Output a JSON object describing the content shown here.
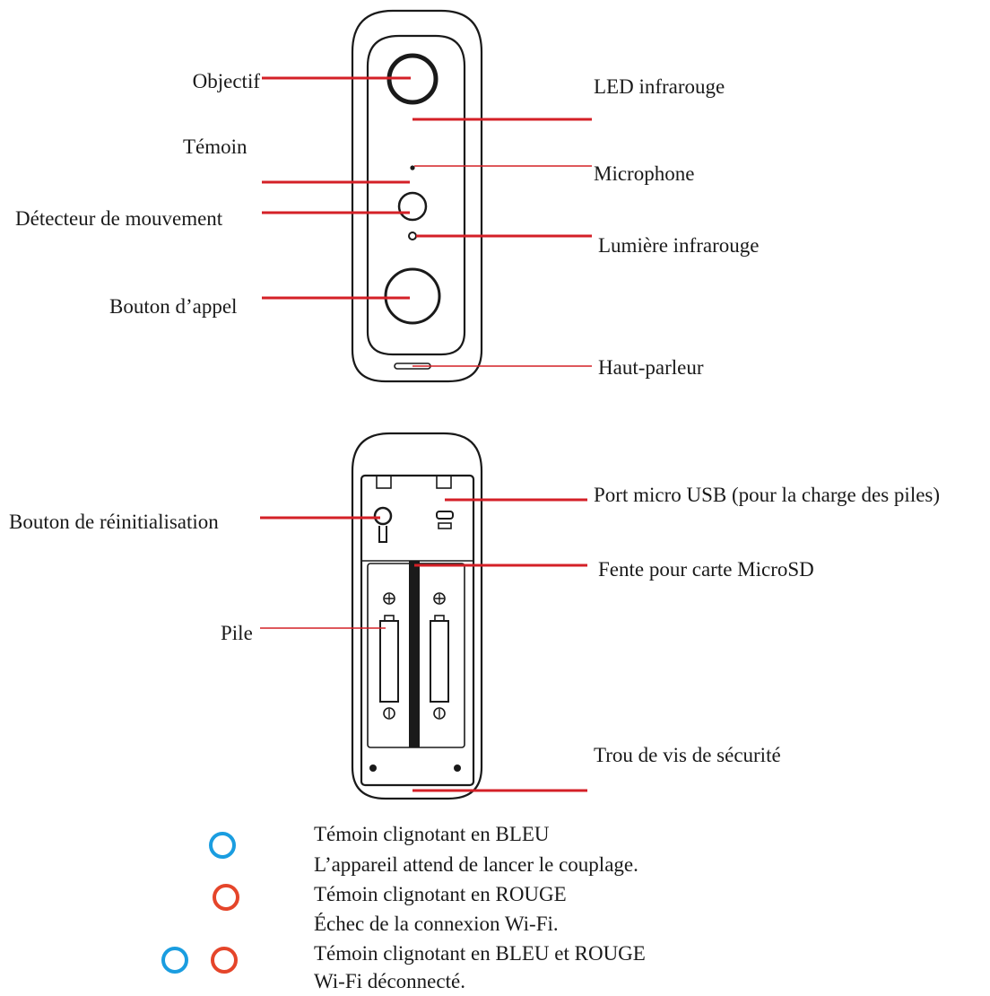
{
  "front_labels": {
    "objectif": "Objectif",
    "temoin": "Témoin",
    "detecteur": "Détecteur de mouvement",
    "bouton_appel": "Bouton d’appel",
    "led_infrarouge": "LED infrarouge",
    "microphone": "Microphone",
    "lumiere_infrarouge": "Lumière infrarouge",
    "haut_parleur": "Haut-parleur"
  },
  "back_labels": {
    "reinitialisation": "Bouton de réinitialisation",
    "pile": "Pile",
    "port_usb": "Port micro USB (pour la charge des piles)",
    "fente_microsd": "Fente pour carte MicroSD",
    "trou_vis": "Trou de vis de sécurité"
  },
  "legend": [
    {
      "title": "Témoin clignotant en BLEU",
      "desc": "L’appareil attend de lancer le couplage.",
      "colors": [
        "blue"
      ]
    },
    {
      "title": "Témoin clignotant en ROUGE",
      "desc": "Échec de la connexion Wi-Fi.",
      "colors": [
        "red"
      ]
    },
    {
      "title": "Témoin clignotant en BLEU et ROUGE",
      "desc": "Wi-Fi déconnecté.",
      "colors": [
        "blue",
        "red"
      ]
    }
  ],
  "colors": {
    "leader": "#d42027",
    "blue": "#1a9de0",
    "red": "#e5452a",
    "outline": "#1a1a1a"
  }
}
